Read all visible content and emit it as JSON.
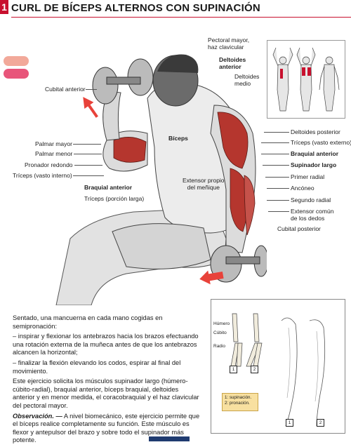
{
  "header": {
    "chapter_number": "1",
    "title": "CURL DE BÍCEPS ALTERNOS CON SUPINACIÓN"
  },
  "labels_left": {
    "cubital_anterior": "Cubital anterior",
    "palmar_mayor": "Palmar mayor",
    "palmar_menor": "Palmar menor",
    "pronador_redondo": "Pronador redondo",
    "triceps_vasto_interno": "Tríceps (vasto interno)",
    "braquial_anterior": "Braquial anterior",
    "triceps_porcion_larga": "Tríceps (porción larga)",
    "biceps": "Bíceps"
  },
  "labels_top": {
    "pectoral_mayor_line1": "Pectoral mayor,",
    "pectoral_mayor_line2": "haz clavicular",
    "deltoides_anterior_line1": "Deltoides",
    "deltoides_anterior_line2": "anterior",
    "deltoides_medio_line1": "Deltoides",
    "deltoides_medio_line2": "medio"
  },
  "labels_center": {
    "extensor_propio_line1": "Extensor propio",
    "extensor_propio_line2": "del meñique"
  },
  "labels_right": {
    "deltoides_posterior": "Deltoides posterior",
    "triceps_vasto_externo": "Tríceps (vasto externo)",
    "braquial_anterior": "Braquial anterior",
    "supinador_largo": "Supinador largo",
    "primer_radial": "Primer radial",
    "ancóneo": "Ancóneo",
    "segundo_radial": "Segundo radial",
    "extensor_comun_line1": "Extensor común",
    "extensor_comun_line2": "de los dedos",
    "cubital_posterior": "Cubital posterior"
  },
  "body": {
    "p1": "Sentado, una mancuerna en cada mano cogidas en semipronación:",
    "p2": "– inspirar y flexionar los antebrazos hacia los brazos efectuando una rotación externa de la muñeca antes de que los antebrazos alcancen la horizontal;",
    "p3": "– finalizar la flexión elevando los codos, espirar al final del movimiento.",
    "p4": "Este ejercicio solicita los músculos supinador largo (húmero-cúbito-radial), braquial anterior, bíceps braquial, deltoides anterior y en menor medida, el coracobraquial y el haz clavicular del pectoral mayor.",
    "obs_title": "Observación. —",
    "obs_text": " A nivel biomecánico, este ejercicio permite que el bíceps realice completamente su función. Este músculo es flexor y antepulsor del brazo y sobre todo el supinador más potente."
  },
  "bone_panel": {
    "humero": "Húmero",
    "cubito": "Cúbito",
    "radio": "Radio",
    "num1": "1",
    "num2": "2",
    "num1b": "1",
    "num2b": "2",
    "legend1": "1: supinación.",
    "legend2": "2: pronación."
  },
  "colors": {
    "accent": "#c8102e",
    "muscle": "#b5362e",
    "arrow": "#e8423a",
    "page_bar": "#1f3b70"
  }
}
